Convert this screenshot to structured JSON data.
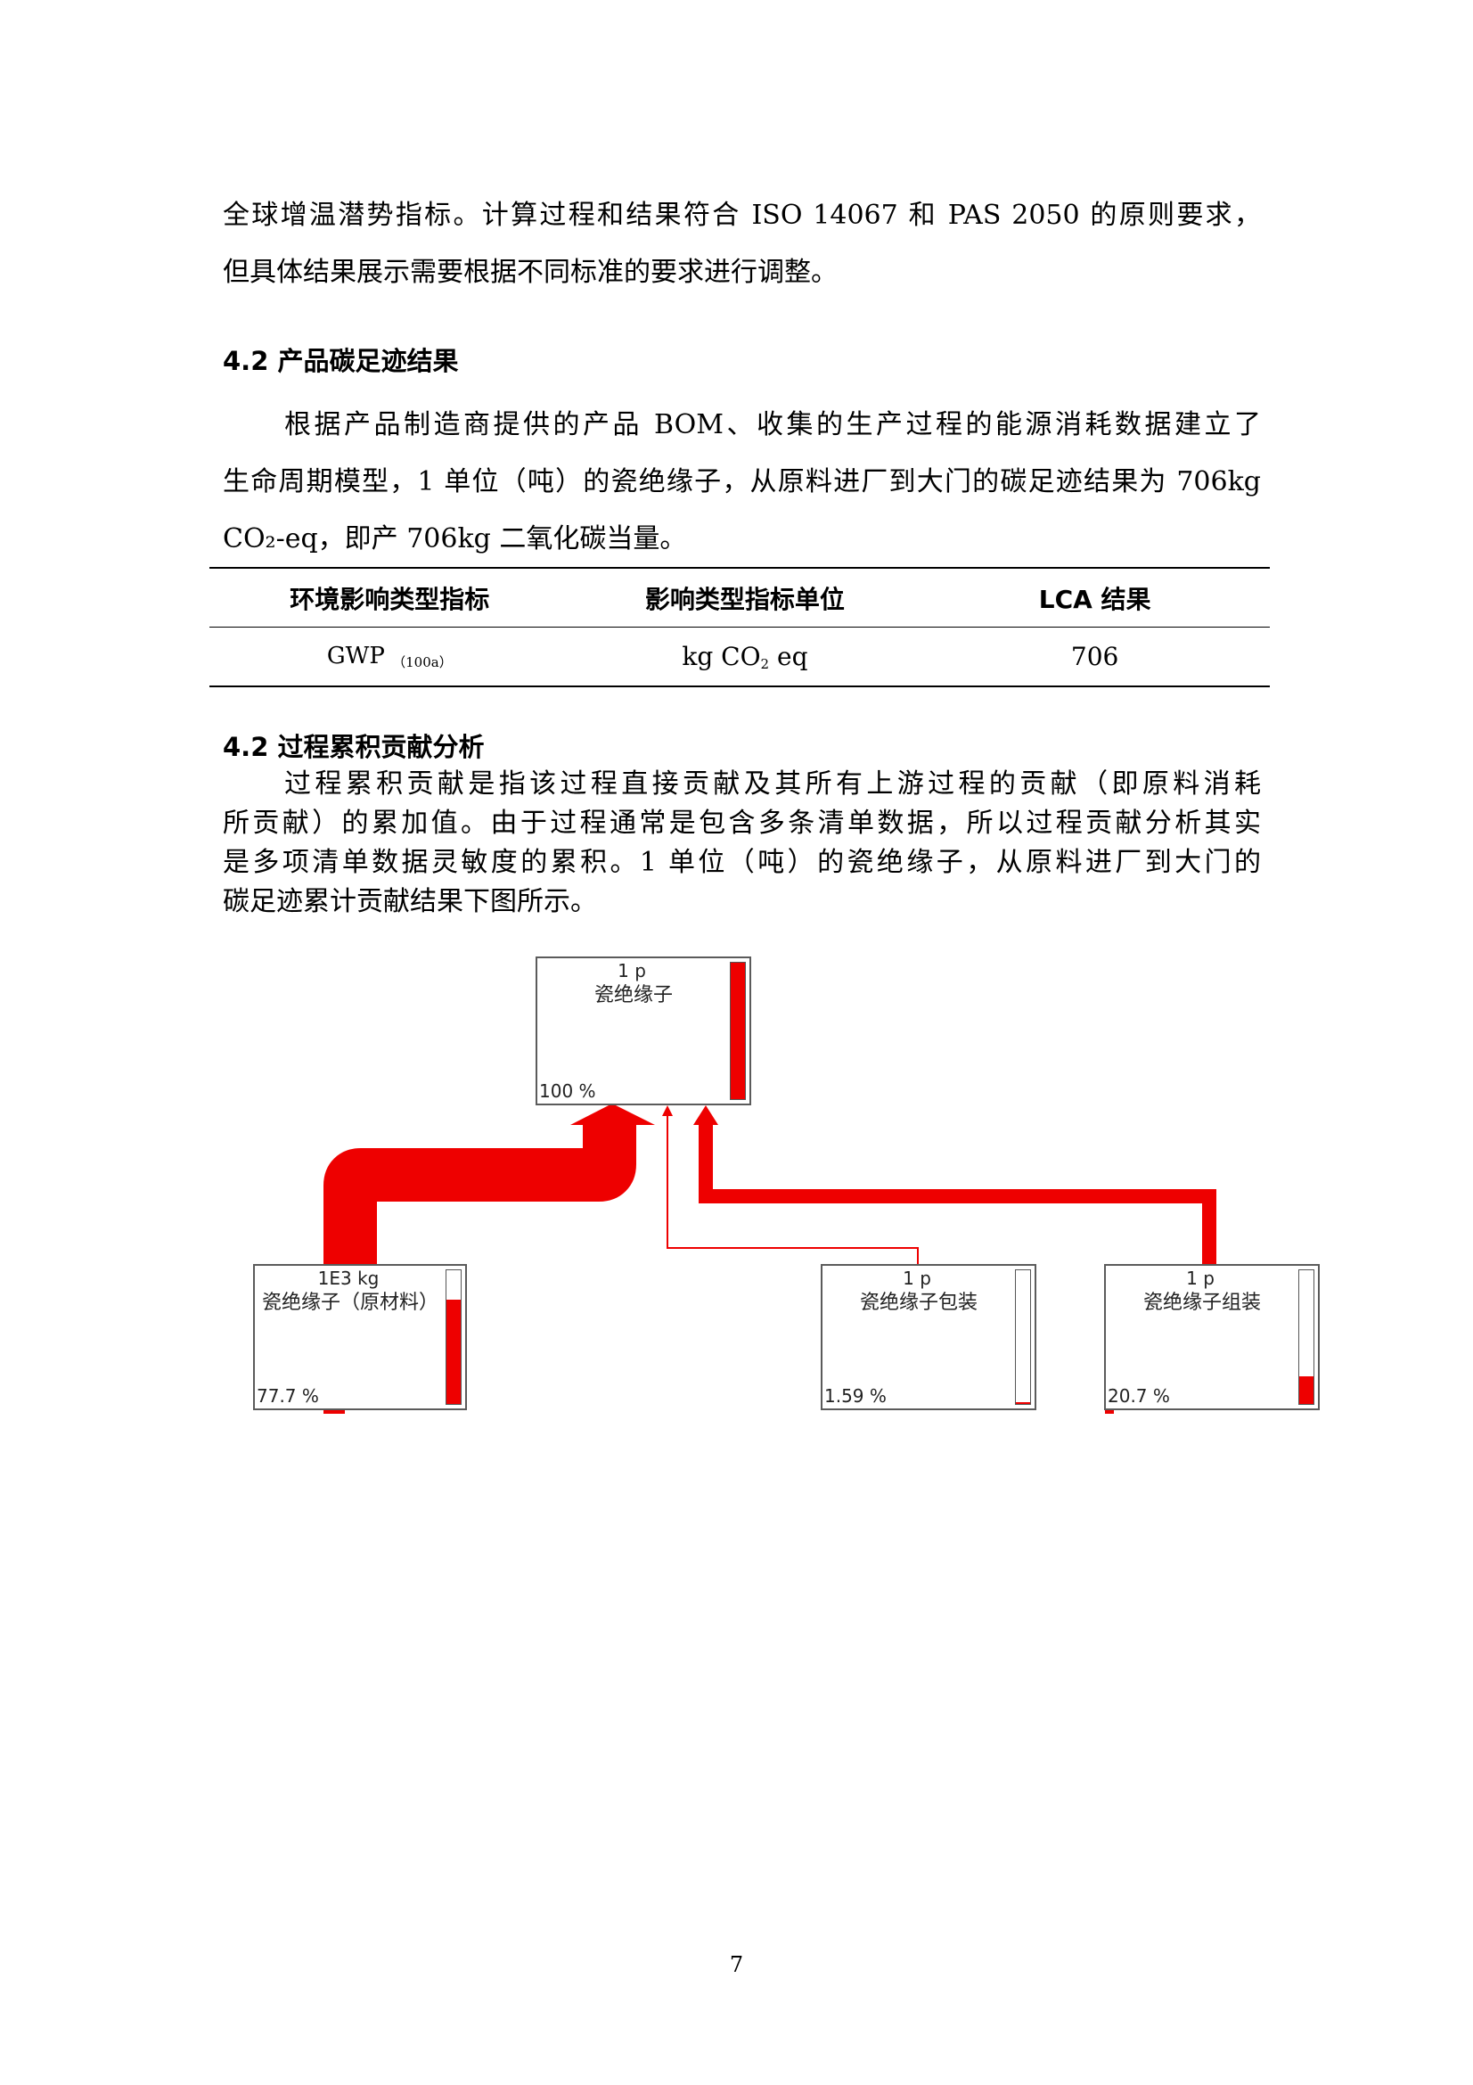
{
  "intro": {
    "lines": [
      "全球增温潜势指标。计算过程和结果符合 ISO 14067 和 PAS 2050 的原则要求，",
      "但具体结果展示需要根据不同标准的要求进行调整。"
    ]
  },
  "section_result": {
    "heading": "4.2  产品碳足迹结果",
    "lines": [
      "根据产品制造商提供的产品 BOM、收集的生产过程的能源消耗数据建立了",
      "生命周期模型，1 单位（吨）的瓷绝缘子，从原料进厂到大门的碳足迹结果为 706kg",
      "CO₂-eq，即产 706kg 二氧化碳当量。"
    ]
  },
  "table": {
    "headers": [
      "环境影响类型指标",
      "影响类型指标单位",
      "LCA 结果"
    ],
    "row": {
      "indicator": "GWP",
      "indicator_sub": "（100a）",
      "unit_pre": "kg CO",
      "unit_sub": "2",
      "unit_post": " eq",
      "result": "706"
    }
  },
  "section_process": {
    "heading": "4.2  过程累积贡献分析",
    "lines": [
      "过程累积贡献是指该过程直接贡献及其所有上游过程的贡献（即原料消耗",
      "所贡献）的累加值。由于过程通常是包含多条清单数据，所以过程贡献分析其实",
      "是多项清单数据灵敏度的累积。1 单位（吨）的瓷绝缘子，从原料进厂到大门的",
      "碳足迹累计贡献结果下图所示。"
    ]
  },
  "diagram": {
    "flow_color": "#ee0000",
    "nodes": [
      {
        "amount": "1 p",
        "name": "瓷绝缘子",
        "percent": "100 %",
        "fill": 1.0
      },
      {
        "amount": "1E3 kg",
        "name": "瓷绝缘子（原材料）",
        "percent": "77.7 %",
        "fill": 0.777
      },
      {
        "amount": "1 p",
        "name": "瓷绝缘子包装",
        "percent": "1.59 %",
        "fill": 0.0159
      },
      {
        "amount": "1 p",
        "name": "瓷绝缘子组装",
        "percent": "20.7 %",
        "fill": 0.207
      }
    ]
  },
  "page_number": "7"
}
